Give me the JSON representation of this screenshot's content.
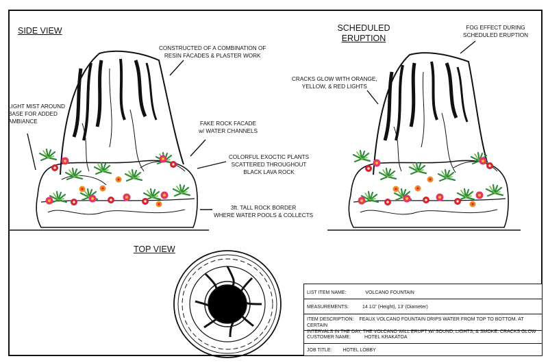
{
  "headings": {
    "side_view": "SIDE VIEW",
    "scheduled_eruption_line1": "SCHEDULED",
    "scheduled_eruption_line2": "ERUPTION",
    "top_view": "TOP VIEW"
  },
  "annotations": {
    "constructed_1": "CONSTRUCTED OF A COMBINATION OF",
    "constructed_2": "RESIN FACADES & PLASTER WORK",
    "mist_1": "LIGHT MIST AROUND",
    "mist_2": "BASE FOR ADDED",
    "mist_3": "AMBIANCE",
    "fake_rock_1": "FAKE ROCK FACADE",
    "fake_rock_2": "w/ WATER CHANNELS",
    "plants_1": "COLORFUL EXOCTIC PLANTS",
    "plants_2": "SCATTERED THROUGHOUT",
    "plants_3": "BLACK LAVA ROCK",
    "border_1": "3ft. TALL ROCK BORDER",
    "border_2": "WHERE WATER POOLS & COLLECTS",
    "fog_1": "FOG EFFECT DURING",
    "fog_2": "SCHEDULED ERUPTION",
    "cracks_1": "CRACKS GLOW WITH ORANGE,",
    "cracks_2": "YELLOW, & RED LIGHTS"
  },
  "info_table": {
    "list_item_label": "LIST ITEM NAME:",
    "list_item_value": "VOLCANO FOUNTAIN",
    "measurements_label": "MEASUREMENTS:",
    "measurements_value": "14 1/2' (Height),   13' (Diameter)",
    "description_label": "ITEM DESCRIPTION:",
    "description_value_1": "FEAUX VOLCANO FOUNTAIN DRIPS WATER FROM TOP TO BOTTOM.  AT CERTAIN",
    "description_value_2": "INTERVALS IN THE DAY, THE VOLCANO WILL ERUPT W/ SOUND, LIGHTS, & SMOKE.  CRACKS GLOW",
    "customer_label": "CUSTOMER NAME:",
    "customer_value": "HOTEL KRAKATOA",
    "job_label": "JOB TITLE:",
    "job_value": "HOTEL LOBBY"
  },
  "colors": {
    "ink": "#111111",
    "flower_pink": "#e8336b",
    "flower_red": "#d61f3a",
    "flower_orange": "#f08a1c",
    "flower_yellow": "#f5c518",
    "leaf_green": "#2e8b3a",
    "leaf_light": "#6bbf3a"
  }
}
